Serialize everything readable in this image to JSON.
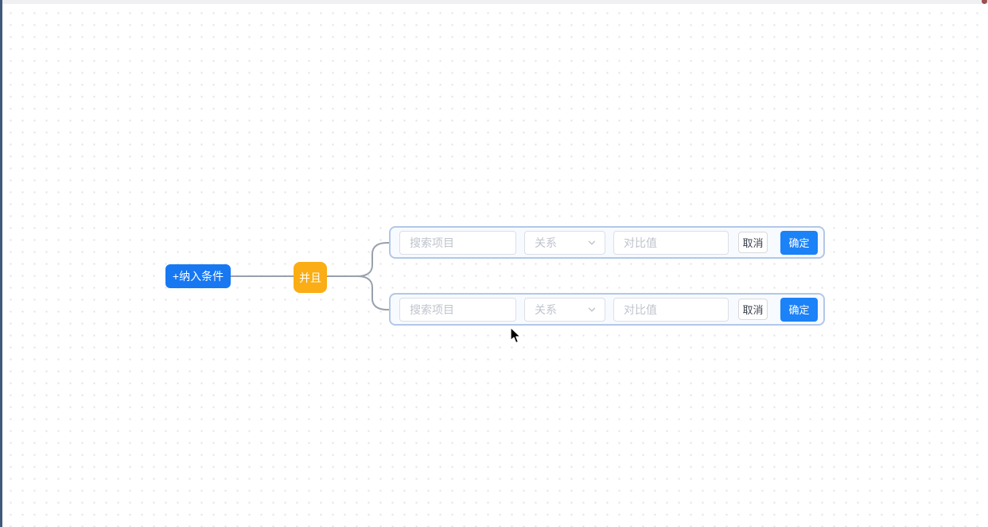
{
  "colors": {
    "dot_color": "#e2e2e2",
    "top_strip": "#f0f0f2",
    "left_strip": "#41597b",
    "corner_badge": "#9c4f4f",
    "root_node_bg": "#1778f2",
    "operator_node_bg": "#faad14",
    "connector": "#98a1ad",
    "card_border": "#b3c7e8",
    "card_bg": "#f7faff",
    "confirm_bg": "#1b82f7",
    "input_border": "#dcdfe6",
    "placeholder": "#bfc4cc"
  },
  "flow": {
    "root_node": {
      "label": "+纳入条件"
    },
    "operator_node": {
      "label": "并且"
    },
    "condition_rows": [
      {
        "search_placeholder": "搜索项目",
        "relation_placeholder": "关系",
        "value_placeholder": "对比值",
        "cancel_label": "取消",
        "confirm_label": "确定"
      },
      {
        "search_placeholder": "搜索项目",
        "relation_placeholder": "关系",
        "value_placeholder": "对比值",
        "cancel_label": "取消",
        "confirm_label": "确定"
      }
    ]
  }
}
